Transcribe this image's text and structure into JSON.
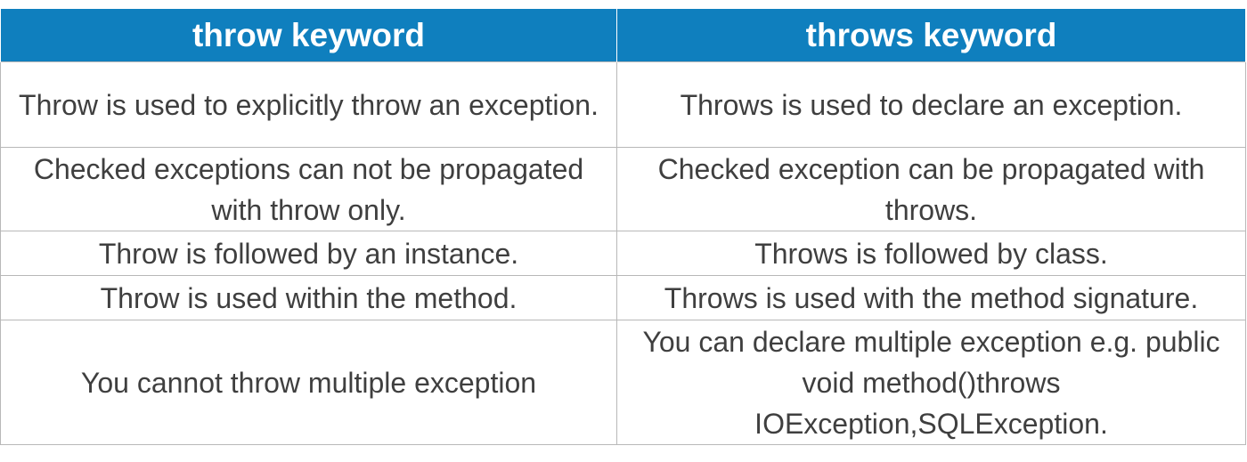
{
  "table": {
    "headers": [
      "throw keyword",
      "throws keyword"
    ],
    "rows": [
      [
        "Throw is used to explicitly throw an exception.",
        "Throws is used to declare an exception."
      ],
      [
        "Checked exceptions can not be propagated with throw only.",
        "Checked exception can be propagated with throws."
      ],
      [
        "Throw is followed by an instance.",
        "Throws is followed by class."
      ],
      [
        "Throw is used within the method.",
        "Throws is used with the method signature."
      ],
      [
        "You cannot throw multiple exception",
        "You can declare multiple exception e.g. public void method()throws IOException,SQLException."
      ]
    ]
  },
  "colors": {
    "header_background": "#0f7fbe",
    "header_text": "#ffffff",
    "body_text": "#3f3f3f",
    "border": "#b8b8b8"
  }
}
